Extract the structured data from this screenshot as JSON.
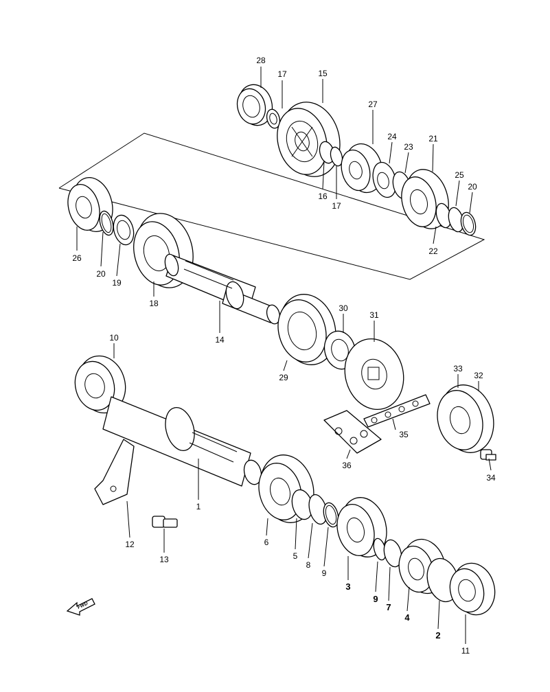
{
  "parts": {
    "p1": "1",
    "p2": "2",
    "p3": "3",
    "p4": "4",
    "p5": "5",
    "p6": "6",
    "p7": "7",
    "p8": "8",
    "p9": "9",
    "p10": "10",
    "p11": "11",
    "p12": "12",
    "p13": "13",
    "p14": "14",
    "p15": "15",
    "p16": "16",
    "p17a": "17",
    "p17b": "17",
    "p18": "18",
    "p19": "19",
    "p20a": "20",
    "p20b": "20",
    "p21": "21",
    "p22": "22",
    "p23": "23",
    "p24": "24",
    "p25": "25",
    "p26": "26",
    "p27": "27",
    "p28": "28",
    "p29": "29",
    "p30": "30",
    "p31": "31",
    "p32": "32",
    "p33": "33",
    "p34": "34",
    "p35": "35",
    "p36": "36"
  },
  "fwd_label": "FWD"
}
